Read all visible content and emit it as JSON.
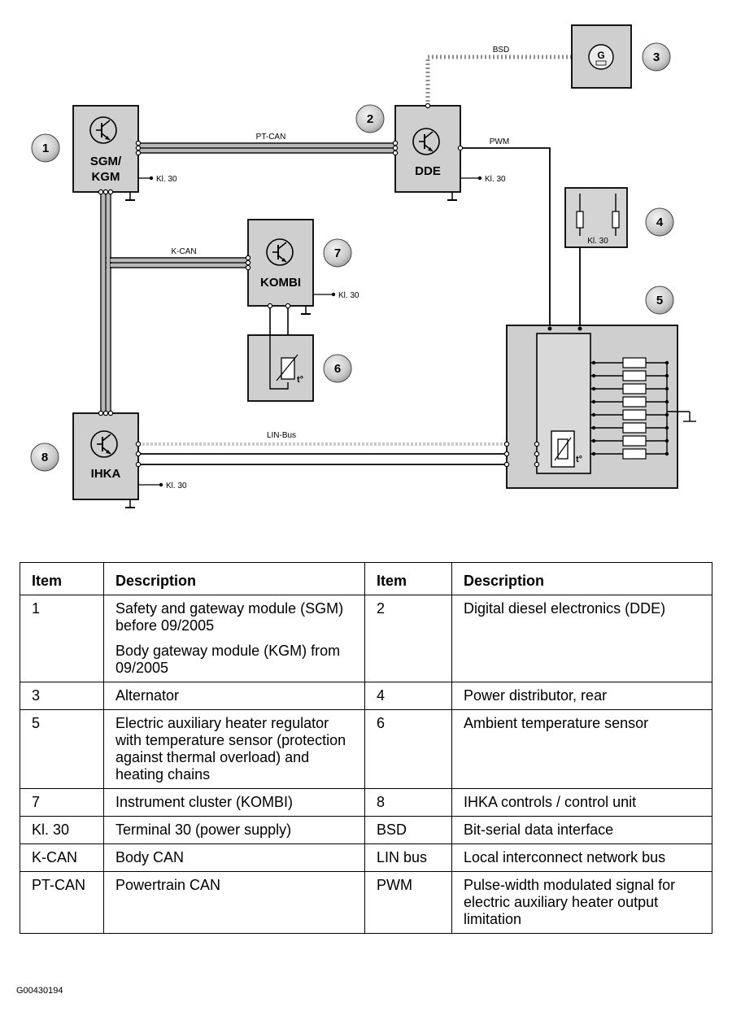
{
  "diagram": {
    "modules": {
      "sgm": [
        "SGM/",
        "KGM"
      ],
      "dde": "DDE",
      "kombi": "KOMBI",
      "ihka": "IHKA",
      "alternator_symbol": "G",
      "power_distributor": "Kl. 30"
    },
    "callouts": [
      "1",
      "2",
      "3",
      "4",
      "5",
      "6",
      "7",
      "8"
    ],
    "bus_labels": {
      "pt_can": "PT-CAN",
      "k_can": "K-CAN",
      "bsd": "BSD",
      "pwm": "PWM",
      "lin_bus": "LIN-Bus"
    },
    "terminal_label": "Kl. 30",
    "temp_symbol": "t°"
  },
  "legend": {
    "headers": [
      "Item",
      "Description",
      "Item",
      "Description"
    ],
    "rows": [
      {
        "item1": "1",
        "desc1": [
          "Safety and gateway module (SGM) before 09/2005",
          "Body gateway module (KGM) from 09/2005"
        ],
        "item2": "2",
        "desc2": "Digital diesel electronics (DDE)"
      },
      {
        "item1": "3",
        "desc1": [
          "Alternator"
        ],
        "item2": "4",
        "desc2": "Power distributor, rear"
      },
      {
        "item1": "5",
        "desc1": [
          "Electric auxiliary heater regulator with temperature sensor (protection against thermal overload) and heating chains"
        ],
        "item2": "6",
        "desc2": "Ambient temperature sensor"
      },
      {
        "item1": "7",
        "desc1": [
          "Instrument cluster (KOMBI)"
        ],
        "item2": "8",
        "desc2": "IHKA controls / control unit"
      },
      {
        "item1": "Kl. 30",
        "desc1": [
          "Terminal 30 (power supply)"
        ],
        "item2": "BSD",
        "desc2": "Bit-serial data interface"
      },
      {
        "item1": "K-CAN",
        "desc1": [
          "Body CAN"
        ],
        "item2": "LIN bus",
        "desc2": "Local interconnect network bus"
      },
      {
        "item1": "PT-CAN",
        "desc1": [
          "Powertrain CAN"
        ],
        "item2": "PWM",
        "desc2": "Pulse-width modulated signal for electric auxiliary heater output limitation"
      }
    ]
  },
  "footer": {
    "code": "G00430194"
  }
}
